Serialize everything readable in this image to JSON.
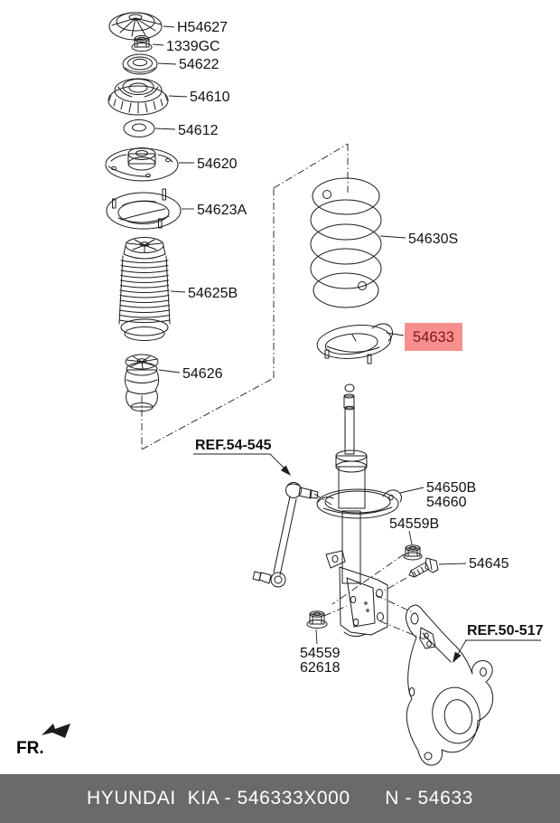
{
  "highlight": {
    "part_number": "54633",
    "box_color": "#f78f8f",
    "text_color": "#7d1a16"
  },
  "part_labels": {
    "cap": "H54627",
    "nut_top": "1339GC",
    "bearing": "54622",
    "insulator": "54610",
    "washer": "54612",
    "support": "54620",
    "seat_upper": "54623A",
    "dust_cover": "54625B",
    "bumper": "54626",
    "spring": "54630S",
    "strut_line1": "54650B",
    "strut_line2": "54660",
    "flange_nut": "54559B",
    "bolt": "54645",
    "lower_nut_line1": "54559",
    "lower_nut_line2": "62618"
  },
  "references": {
    "stabilizer_link": "REF.54-545",
    "knuckle": "REF.50-517"
  },
  "orientation_label": "FR.",
  "footer": {
    "text": "HYUNDAI  KIA - 546333X000      N - 54633",
    "background": "#6a6a6a",
    "text_color": "#ffffff"
  }
}
